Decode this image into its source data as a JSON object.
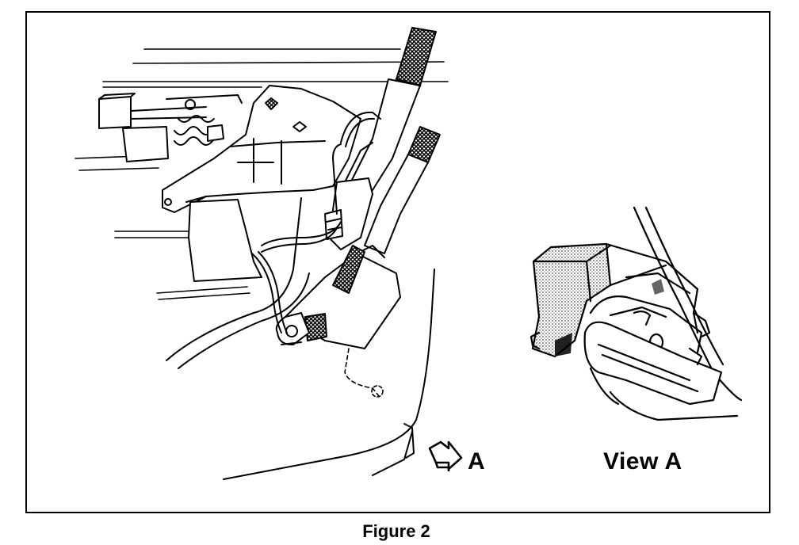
{
  "figure": {
    "caption": "Figure 2",
    "arrow_label": "A",
    "view_label": "View A"
  },
  "icons": {
    "view_arrow": "outlined-arrow-icon"
  },
  "colors": {
    "ink": "#000000",
    "paper": "#ffffff"
  }
}
